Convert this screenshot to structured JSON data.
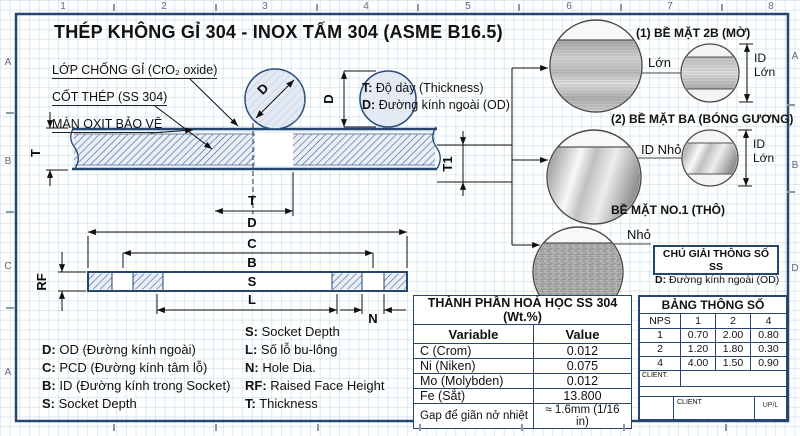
{
  "ruler": {
    "cols": [
      "1",
      "2",
      "3",
      "4",
      "5",
      "6",
      "7",
      "8"
    ],
    "left_rows": [
      "A",
      "B",
      "C",
      "A"
    ],
    "right_rows": [
      "A",
      "B",
      "D"
    ]
  },
  "title": "THÉP KHÔNG GỈ 304 - INOX TẤM 304 (ASME B16.5)",
  "layer_labels": {
    "anti_rust": "LỚP CHỐNG GỈ (CrO₂ oxide)",
    "core": "CỐT THÉP (SS 304)",
    "oxide_film": "MÀN OXIT BẢO VỆ"
  },
  "callout": {
    "t_key": "T:",
    "t_text": "Độ dày (Thickness)",
    "d_key": "D:",
    "d_text": "Đường kính ngoài (OD)"
  },
  "dims": {
    "d": "D",
    "t": "T",
    "t1": "T1",
    "c": "C",
    "b": "B",
    "s": "S",
    "l": "L",
    "n": "N",
    "rf": "RF"
  },
  "surfaces": {
    "s1": {
      "title": "(1) BỀ MẶT 2B (MỜ)",
      "link": "Lớn",
      "id_top": "ID",
      "id_bottom": "Lớn"
    },
    "s2": {
      "title": "(2) BỀ MẶT BA (BÓNG GƯƠNG)",
      "link": "ID Nhỏ",
      "id_top": "ID",
      "id_bottom": "Lớn"
    },
    "s3": {
      "title": "BỀ MẶT NO.1 (THÔ)",
      "link": "Nhỏ"
    }
  },
  "note_box": {
    "title": "CHÚ GIẢI THÔNG SỐ SS",
    "key": "D:",
    "text": "Đường kính ngoài (OD)"
  },
  "abbrev_left": [
    {
      "k": "D:",
      "v": "OD (Đường kính ngoài)"
    },
    {
      "k": "C:",
      "v": "PCD (Đường kính tâm lỗ)"
    },
    {
      "k": "B:",
      "v": "ID (Đường kính trong Socket)"
    },
    {
      "k": "S:",
      "v": "Socket Depth"
    }
  ],
  "abbrev_right": [
    {
      "k": "S:",
      "v": "Socket Depth"
    },
    {
      "k": "L:",
      "v": "Số lỗ bu-lông"
    },
    {
      "k": "N:",
      "v": "Hole Dia."
    },
    {
      "k": "RF:",
      "v": "Raised Face Height"
    },
    {
      "k": "T:",
      "v": "Thickness"
    }
  ],
  "chem_table": {
    "title": "THÀNH PHẦN HOÁ HỌC SS 304 (Wt.%)",
    "headers": [
      "Variable",
      "Value"
    ],
    "rows": [
      [
        "C (Crom)",
        "0.012"
      ],
      [
        "Ni (Niken)",
        "0.075"
      ],
      [
        "Mo (Molybden)",
        "0.012"
      ],
      [
        "Fe (Sắt)",
        "13.800"
      ],
      [
        "Gap để giãn nở nhiệt",
        "≈ 1.6mm (1/16 in)"
      ]
    ]
  },
  "spec_table": {
    "title": "BẢNG THÔNG SỐ",
    "headers": [
      "NPS",
      "1",
      "2",
      "4"
    ],
    "rows": [
      [
        "1",
        "0.70",
        "2.00",
        "0.80"
      ],
      [
        "2",
        "1.20",
        "1.80",
        "0.30"
      ],
      [
        "4",
        "4.00",
        "1.50",
        "0.90"
      ]
    ],
    "client_label": "CLIENT.",
    "client_cell": "CLIENT",
    "upl_cell": "UP/L"
  }
}
